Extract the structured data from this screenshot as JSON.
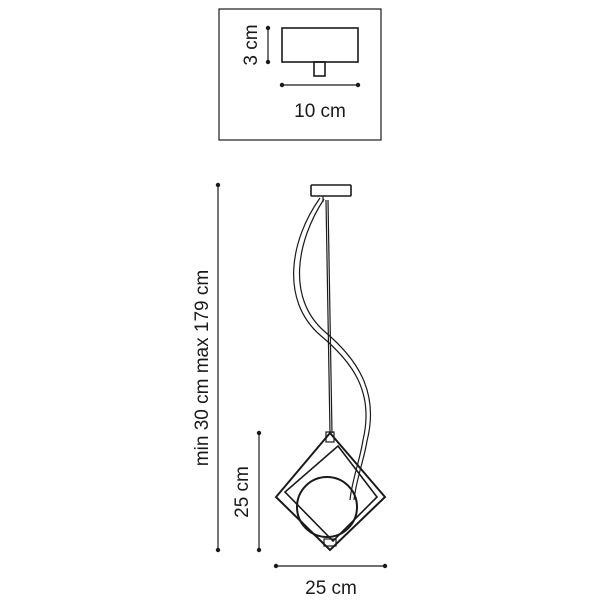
{
  "inset": {
    "height_label": "3 cm",
    "width_label": "10 cm"
  },
  "dimensions": {
    "total_height_label": "min 30 cm max 179 cm",
    "shade_height_label": "25 cm",
    "shade_width_label": "25 cm"
  },
  "colors": {
    "stroke": "#1a1a1a",
    "background": "#ffffff"
  }
}
